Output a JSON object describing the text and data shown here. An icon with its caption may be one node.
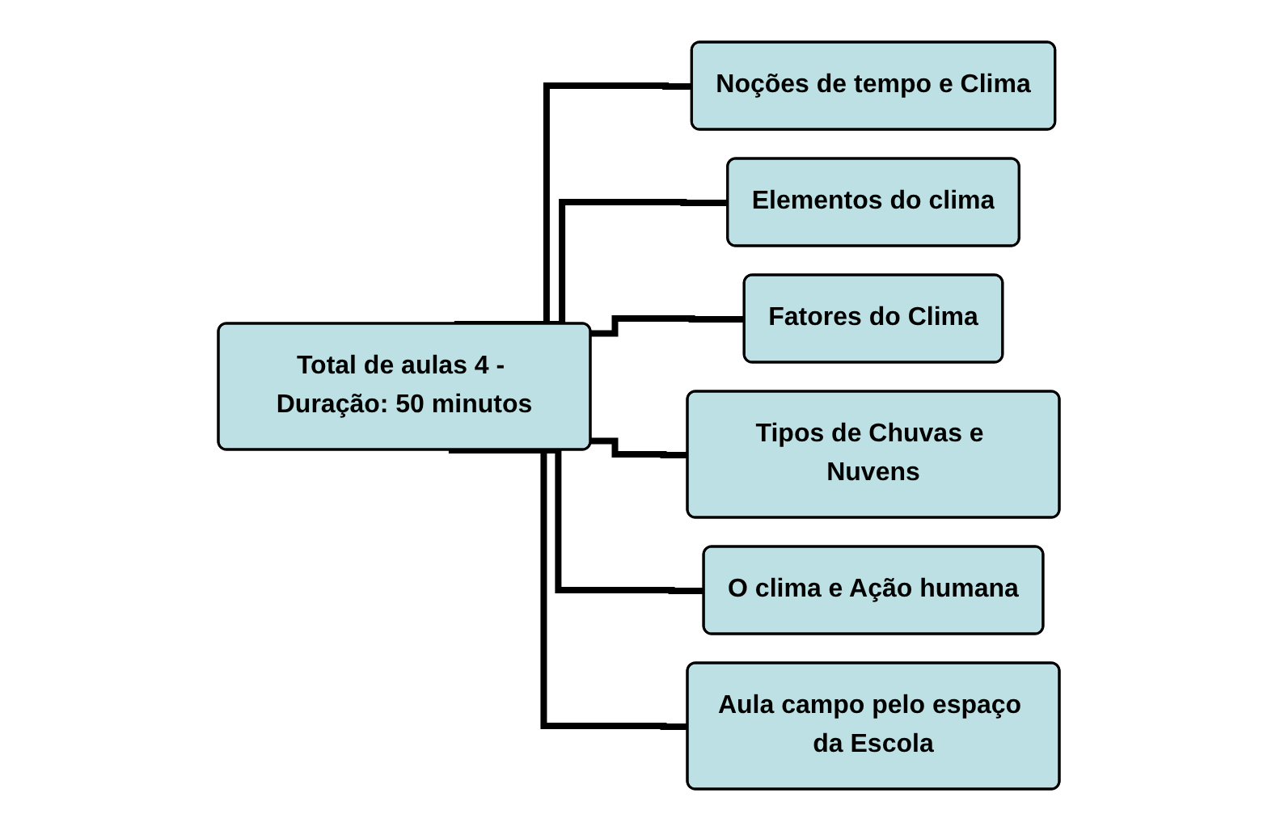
{
  "diagram": {
    "nodes": [
      {
        "text": [
          "Total de aulas 4 - Duração: 50 minutos"
        ]
      },
      {
        "text": [
          "Noções de tempo e Clima"
        ]
      },
      {
        "text": [
          "Elementos do clima"
        ]
      },
      {
        "text": [
          "Fatores do Clima"
        ]
      },
      {
        "text": [
          "Tipos de Chuvas e Nuvens"
        ]
      },
      {
        "text": [
          "O clima e Ação humana"
        ]
      },
      {
        "text": [
          "Aula campo pelo espaço da Escola"
        ]
      }
    ],
    "edges": [
      {
        "from": 0,
        "to": 1,
        "arrow": "none"
      },
      {
        "from": 0,
        "to": 2,
        "arrow": "none"
      },
      {
        "from": 0,
        "to": 3,
        "arrow": "none"
      },
      {
        "from": 0,
        "to": 4,
        "arrow": "none"
      },
      {
        "from": 0,
        "to": 5,
        "arrow": "none"
      },
      {
        "from": 0,
        "to": 6,
        "arrow": "none"
      }
    ]
  }
}
